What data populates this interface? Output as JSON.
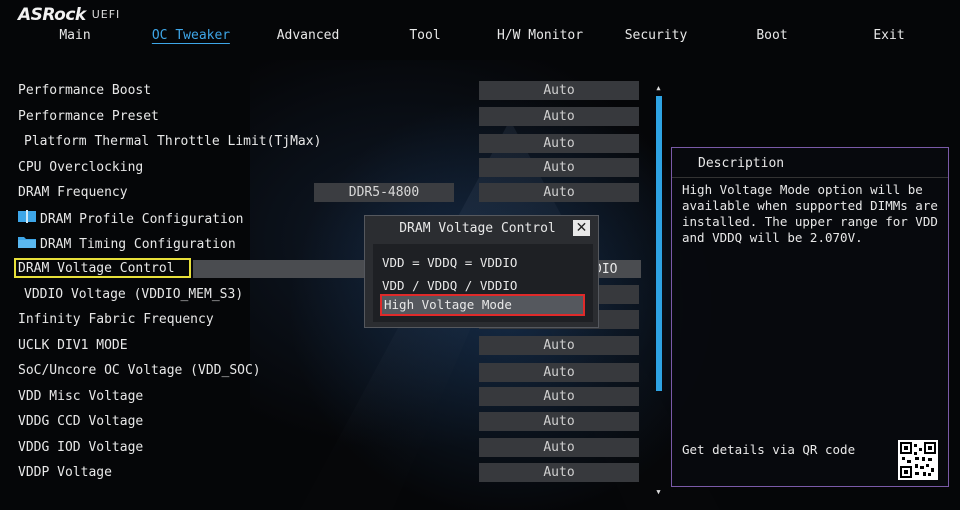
{
  "brand": {
    "name": "ASRock",
    "sub": "UEFI"
  },
  "tabs": [
    {
      "label": "Main",
      "active": false
    },
    {
      "label": "OC Tweaker",
      "active": true
    },
    {
      "label": "Advanced",
      "active": false
    },
    {
      "label": "Tool",
      "active": false
    },
    {
      "label": "H/W Monitor",
      "active": false
    },
    {
      "label": "Security",
      "active": false
    },
    {
      "label": "Boot",
      "active": false
    },
    {
      "label": "Exit",
      "active": false
    }
  ],
  "settings": [
    {
      "label": "Performance Boost",
      "value": "Auto"
    },
    {
      "label": "Performance Preset",
      "value": "Auto"
    },
    {
      "label": "Platform Thermal Throttle Limit(TjMax)",
      "value": "Auto"
    },
    {
      "label": "CPU Overclocking",
      "value": "Auto"
    },
    {
      "label": "DRAM Frequency",
      "value": "Auto",
      "info": "DDR5-4800"
    },
    {
      "label": "DRAM Profile Configuration",
      "icon": "book-icon"
    },
    {
      "label": "DRAM Timing Configuration",
      "icon": "folder-icon"
    },
    {
      "label": "DRAM Voltage Control",
      "value": "DIO",
      "selected": true
    },
    {
      "label": "VDDIO Voltage (VDDIO_MEM_S3)",
      "value": ""
    },
    {
      "label": "Infinity Fabric Frequency",
      "value": ""
    },
    {
      "label": "UCLK DIV1 MODE",
      "value": "Auto"
    },
    {
      "label": "SoC/Uncore OC Voltage (VDD_SOC)",
      "value": "Auto"
    },
    {
      "label": "VDD Misc Voltage",
      "value": "Auto"
    },
    {
      "label": "VDDG CCD Voltage",
      "value": "Auto"
    },
    {
      "label": "VDDG IOD Voltage",
      "value": "Auto"
    },
    {
      "label": "VDDP Voltage",
      "value": "Auto"
    }
  ],
  "description": {
    "title": "Description",
    "text": "High Voltage Mode option will be available when supported DIMMs are installed. The upper range for VDD and VDDQ will be 2.070V.",
    "qr_label": "Get details via QR code"
  },
  "dialog": {
    "title": "DRAM Voltage Control",
    "close_symbol": "✕",
    "options": [
      {
        "label": "VDD = VDDQ = VDDIO",
        "active": false
      },
      {
        "label": "VDD / VDDQ / VDDIO",
        "active": false
      },
      {
        "label": "High Voltage Mode",
        "active": true
      }
    ]
  },
  "scroll": {
    "up": "▲",
    "down": "▼"
  },
  "colors": {
    "accent": "#2ea3e3",
    "highlight": "#e8e03a",
    "alert": "#e02a2a"
  }
}
